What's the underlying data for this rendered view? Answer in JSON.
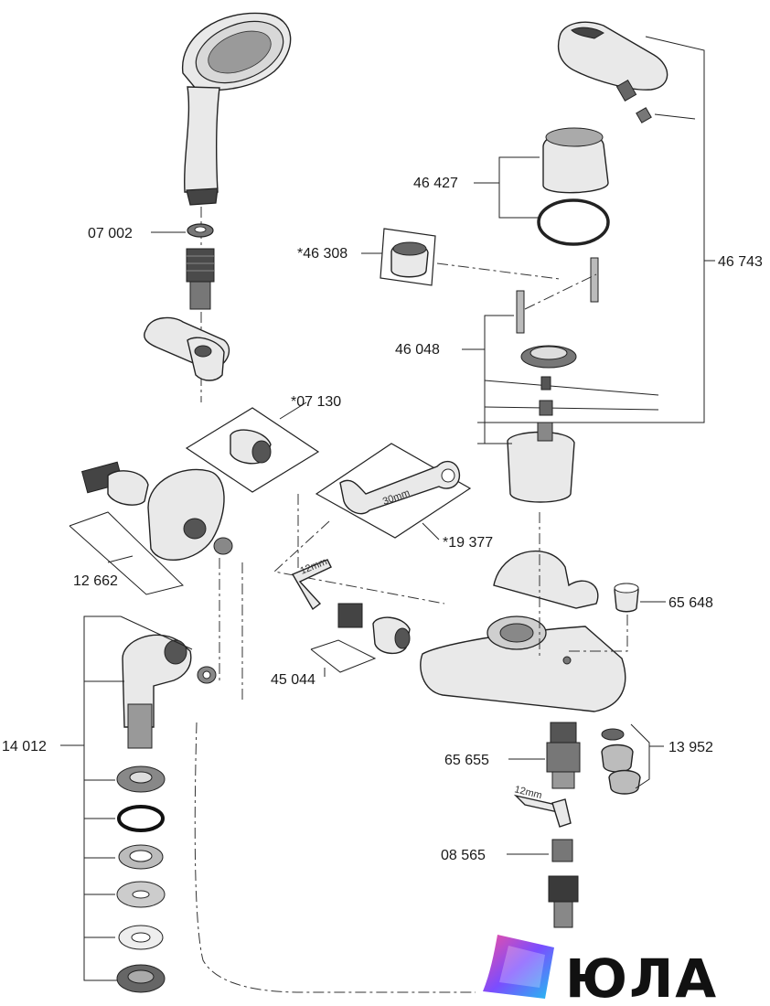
{
  "labels": {
    "p07002": "07 002",
    "p46427": "46 427",
    "p46308": "*46 308",
    "p46743": "46 743",
    "p46048": "46 048",
    "p07130": "*07 130",
    "p19377": "*19 377",
    "p12662": "12 662",
    "p65648": "65 648",
    "p45044": "45 044",
    "p14012": "14 012",
    "p65655": "65 655",
    "p13952": "13 952",
    "p08565": "08 565"
  },
  "tool_text": {
    "wrench": "30mm",
    "hex_key_top": "12mm",
    "hex_key_bottom": "12mm"
  },
  "brand": {
    "name": "ЮЛА",
    "colors": [
      "#f04ea0",
      "#7b4dff",
      "#1fc0f0"
    ]
  }
}
